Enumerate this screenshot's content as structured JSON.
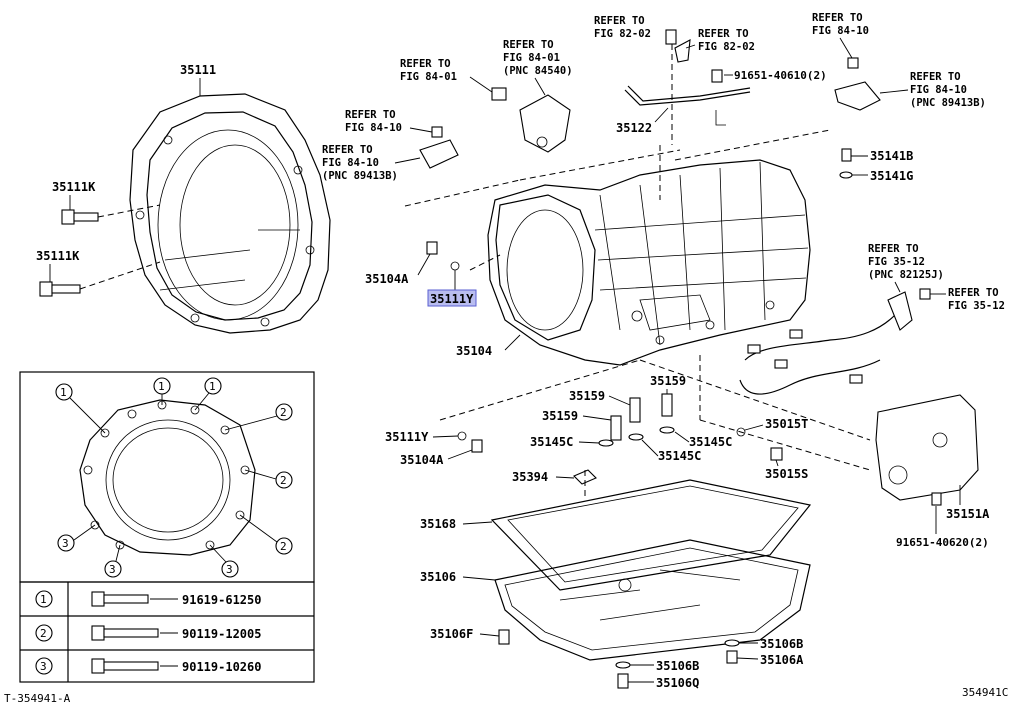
{
  "labels": {
    "p35111": "35111",
    "p35111k_a": "35111K",
    "p35111k_b": "35111K",
    "p35104a_a": "35104A",
    "p35111y_hl": "35111Y",
    "p35104": "35104",
    "p35122": "35122",
    "p35141b": "35141B",
    "p35141g": "35141G",
    "p35159_a": "35159",
    "p35159_b": "35159",
    "p35159_c": "35159",
    "p35111y_b": "35111Y",
    "p35104a_b": "35104A",
    "p35145c_a": "35145C",
    "p35145c_b": "35145C",
    "p35145c_c": "35145C",
    "p35015t": "35015T",
    "p35015s": "35015S",
    "p35394": "35394",
    "p35168": "35168",
    "p35106": "35106",
    "p35106f": "35106F",
    "p35106b_a": "35106B",
    "p35106a": "35106A",
    "p35106b_b": "35106B",
    "p35106q": "35106Q",
    "p35151a": "35151A",
    "p91651_40610": "91651-40610(2)",
    "p91651_40620": "91651-40620(2)"
  },
  "refs": {
    "r1_l1": "REFER TO",
    "r1_l2": "FIG 82-02",
    "r2_l1": "REFER TO",
    "r2_l2": "FIG 82-02",
    "r3_l1": "REFER TO",
    "r3_l2": "FIG 84-10",
    "r4_l1": "REFER TO",
    "r4_l2": "FIG 84-10",
    "r4_l3": "(PNC 89413B)",
    "r5_l1": "REFER TO",
    "r5_l2": "FIG 84-01",
    "r5_l3": "(PNC 84540)",
    "r6_l1": "REFER TO",
    "r6_l2": "FIG 84-01",
    "r7_l1": "REFER TO",
    "r7_l2": "FIG 84-10",
    "r8_l1": "REFER TO",
    "r8_l2": "FIG 84-10",
    "r8_l3": "(PNC 89413B)",
    "r9_l1": "REFER TO",
    "r9_l2": "FIG 35-12",
    "r9_l3": "(PNC 82125J)",
    "r10_l1": "REFER TO",
    "r10_l2": "FIG 35-12"
  },
  "bolt_table": [
    {
      "num": "1",
      "part": "91619-61250"
    },
    {
      "num": "2",
      "part": "90119-12005"
    },
    {
      "num": "3",
      "part": "90119-10260"
    }
  ],
  "inset_callouts": [
    "1",
    "1",
    "1",
    "1",
    "2",
    "2",
    "2",
    "3",
    "3",
    "3",
    "3"
  ],
  "footer": {
    "left": "T-354941-A",
    "right": "354941C"
  }
}
